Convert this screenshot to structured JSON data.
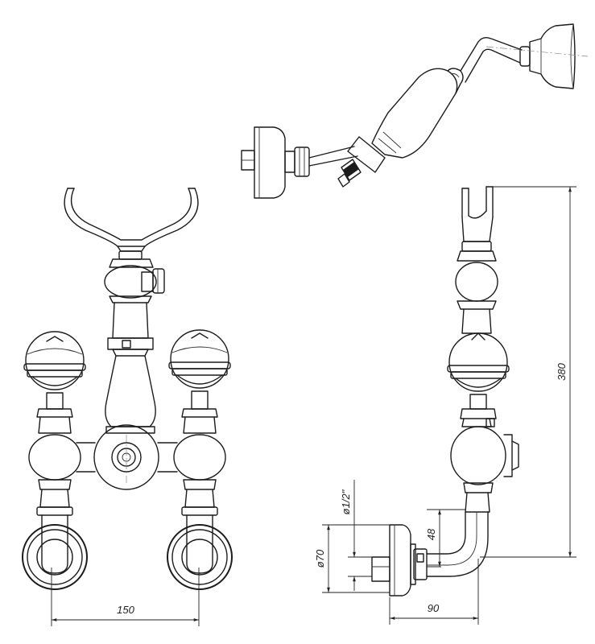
{
  "dimensions": {
    "width_between_inlets": "150",
    "total_height": "380",
    "projection": "90",
    "flange_diameter": "ø70",
    "inlet_thread": "ø1/2\"",
    "inlet_offset": "48"
  },
  "colors": {
    "line": "#1c1c1c",
    "centerline": "#888888",
    "background": "#ffffff"
  }
}
